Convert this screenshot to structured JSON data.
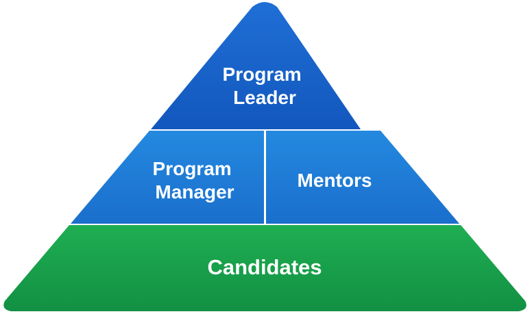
{
  "pyramid": {
    "tiers": [
      {
        "id": "top",
        "lines": [
          "Program",
          "Leader"
        ],
        "color_top": "#1f6fd6",
        "color_bottom": "#1257bd"
      },
      {
        "id": "middle",
        "sections": [
          {
            "id": "left",
            "lines": [
              "Program",
              "Manager"
            ]
          },
          {
            "id": "right",
            "lines": [
              "Mentors"
            ]
          }
        ],
        "color_top": "#2489e0",
        "color_bottom": "#1a6fcc"
      },
      {
        "id": "bottom",
        "lines": [
          "Candidates"
        ],
        "color_top": "#1fae52",
        "color_bottom": "#129043"
      }
    ],
    "divider_color": "#ffffff"
  }
}
